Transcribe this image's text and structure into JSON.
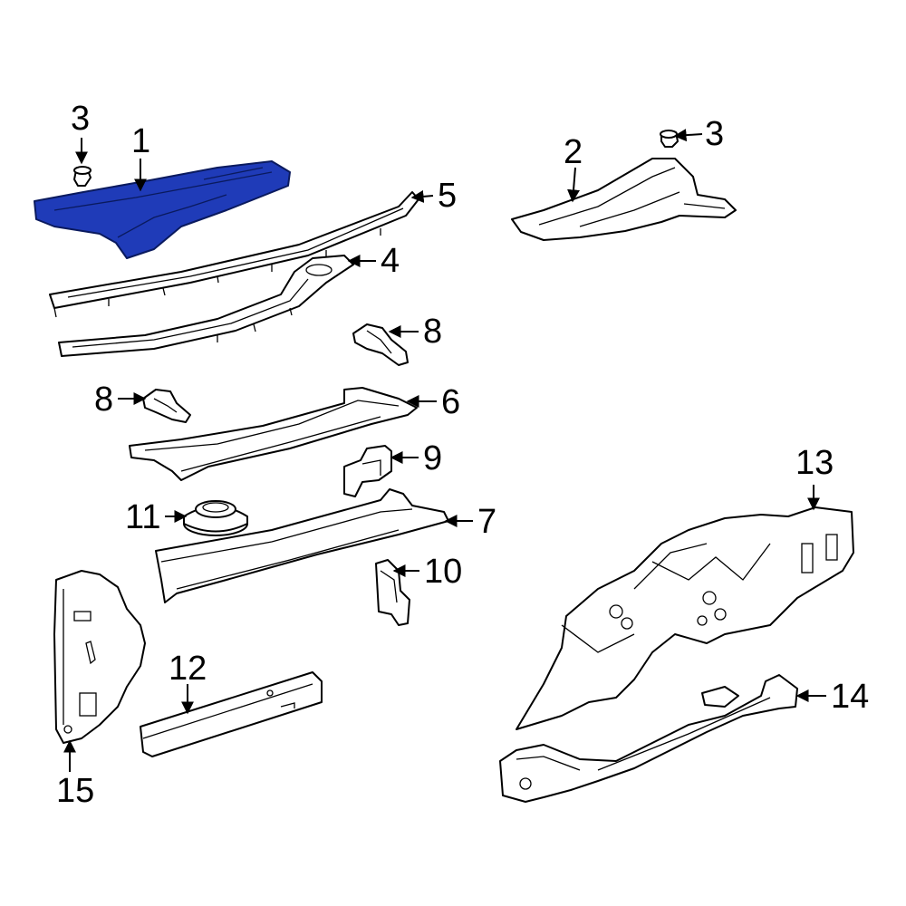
{
  "callouts": {
    "c1": "1",
    "c2": "2",
    "c3a": "3",
    "c3b": "3",
    "c4": "4",
    "c5": "5",
    "c6": "6",
    "c7": "7",
    "c8a": "8",
    "c8b": "8",
    "c9": "9",
    "c10": "10",
    "c11": "11",
    "c12": "12",
    "c13": "13",
    "c14": "14",
    "c15": "15"
  },
  "colors": {
    "highlight": "#1f3bb8",
    "line": "#000000",
    "background": "#ffffff"
  }
}
